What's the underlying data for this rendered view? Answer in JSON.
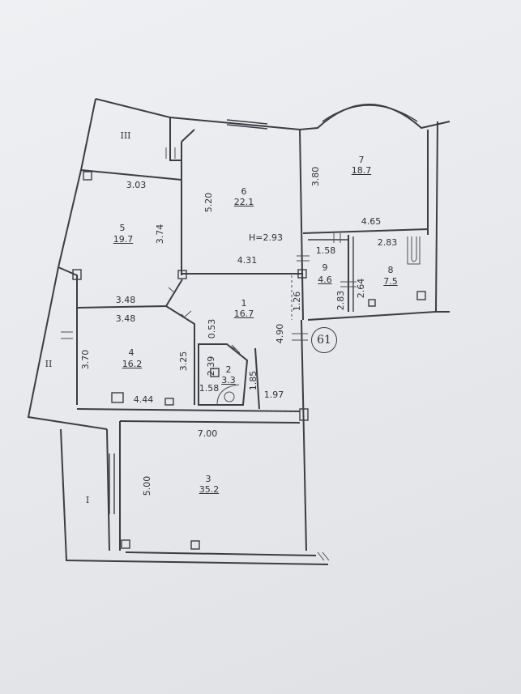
{
  "rooms": [
    {
      "id": "1",
      "area": "16.7"
    },
    {
      "id": "2",
      "area": "3.3"
    },
    {
      "id": "3",
      "area": "35.2"
    },
    {
      "id": "4",
      "area": "16.2"
    },
    {
      "id": "5",
      "area": "19.7"
    },
    {
      "id": "6",
      "area": "22.1"
    },
    {
      "id": "7",
      "area": "18.7"
    },
    {
      "id": "8",
      "area": "7.5"
    },
    {
      "id": "9",
      "area": "4.6"
    }
  ],
  "balconies": [
    "I",
    "II",
    "III"
  ],
  "ceiling_height": "H=2.93",
  "dimensions": {
    "d_3_03": "3.03",
    "d_3_74": "3.74",
    "d_5_20": "5.20",
    "d_3_80": "3.80",
    "d_4_65": "4.65",
    "d_1_58_top": "1.58",
    "d_2_83_top": "2.83",
    "d_4_31": "4.31",
    "d_2_83_v": "2.83",
    "d_2_64": "2.64",
    "d_1_26": "1.26",
    "d_3_48_a": "3.48",
    "d_3_48_b": "3.48",
    "d_0_53": "0.53",
    "d_4_90": "4.90",
    "d_3_70": "3.70",
    "d_3_25": "3.25",
    "d_2_39": "2.39",
    "d_1_85": "1.85",
    "d_1_58_bot": "1.58",
    "d_1_97": "1.97",
    "d_4_44": "4.44",
    "d_7_00": "7.00",
    "d_5_00": "5.00"
  },
  "section_marker": "61"
}
